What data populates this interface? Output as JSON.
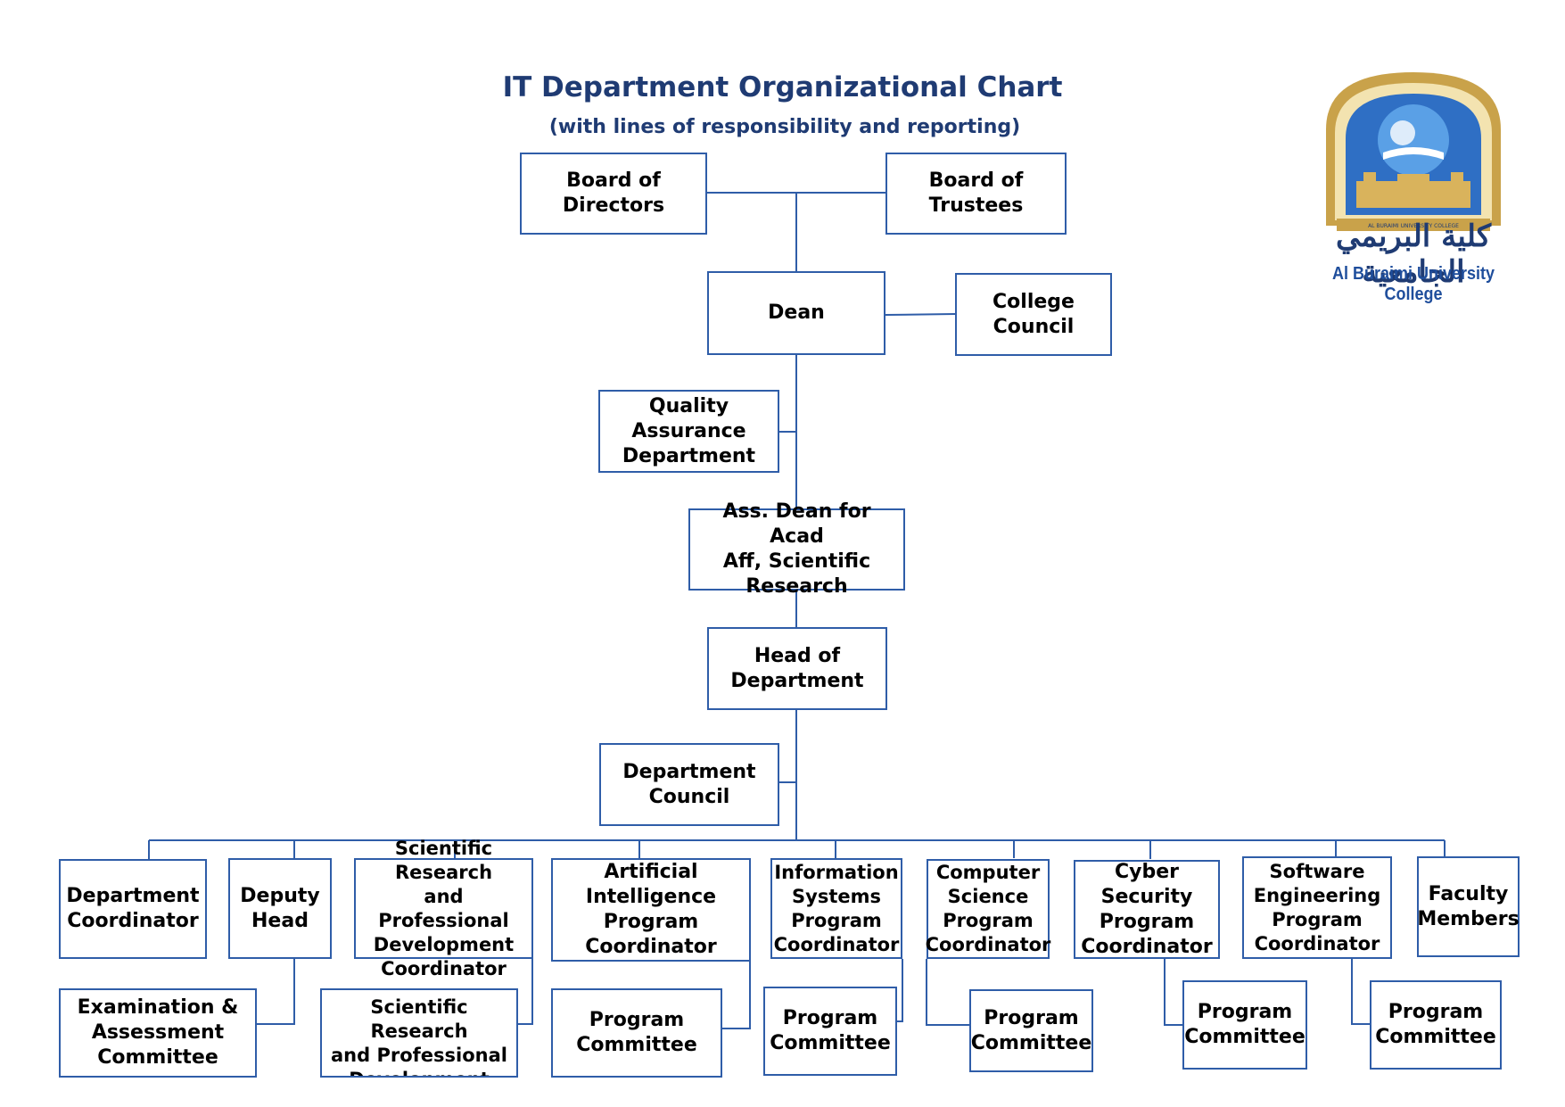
{
  "title": "IT Department Organizational Chart",
  "subtitle": "(with lines of responsibility and reporting)",
  "logo": {
    "arabic_name": "كلية البريمي الجامعية",
    "english_name": "Al Buraimi University College",
    "seal_text": "AL BURAIMI UNIVERSITY COLLEGE"
  },
  "colors": {
    "title": "#1f3b73",
    "border": "#2f5da8",
    "line": "#2f5da8"
  },
  "nodes": {
    "board_directors": "Board of\nDirectors",
    "board_trustees": "Board of\nTrustees",
    "dean": "Dean",
    "college_council": "College\nCouncil",
    "quality_assurance": "Quality\nAssurance\nDepartment",
    "assistant_dean": "Ass. Dean for Acad\nAff, Scientific\nResearch",
    "head_department": "Head of\nDepartment",
    "department_council": "Department\nCouncil",
    "department_coordinator": "Department\nCoordinator",
    "deputy_head": "Deputy\nHead",
    "srpd_coordinator": "Scientific Research\nand Professional\nDevelopment\nCoordinator",
    "ai_coordinator": "Artificial Intelligence\nProgram\nCoordinator",
    "is_coordinator": "Information\nSystems\nProgram\nCoordinator",
    "cs_coordinator": "Computer\nScience\nProgram\nCoordinator",
    "cyber_coordinator": "Cyber Security\nProgram\nCoordinator",
    "se_coordinator": "Software\nEngineering\nProgram\nCoordinator",
    "faculty_members": "Faculty\nMembers",
    "exam_committee": "Examination &\nAssessment\nCommittee",
    "srpd_committee": "Scientific Research\nand Professional\nDevelopment\nCommittee",
    "ai_program_committee": "Program\nCommittee",
    "is_program_committee": "Program\nCommittee",
    "cs_program_committee": "Program\nCommittee",
    "cyber_program_committee": "Program\nCommittee",
    "se_program_committee": "Program\nCommittee"
  }
}
